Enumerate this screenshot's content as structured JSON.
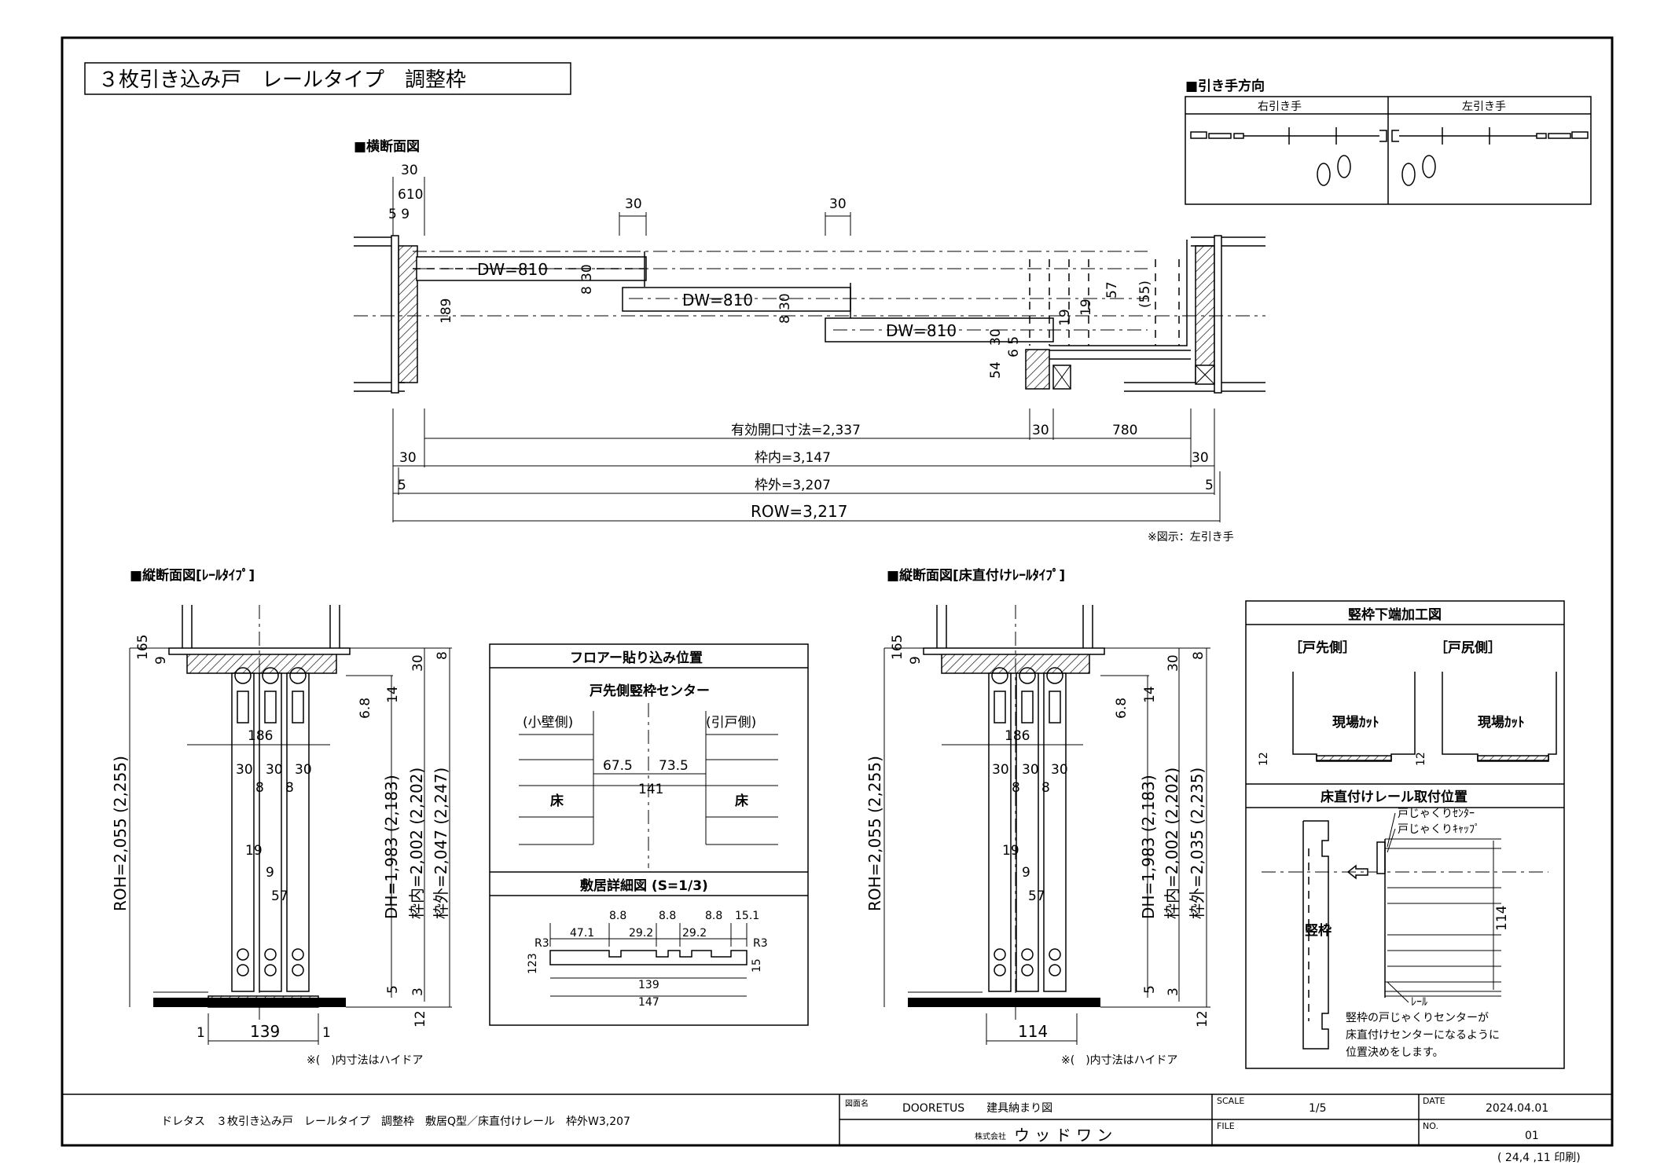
{
  "title": "３枚引き込み戸　レールタイプ　調整枠",
  "pull_direction": {
    "heading": "■引き手方向",
    "right": "右引き手",
    "left": "左引き手"
  },
  "plan": {
    "heading": "■横断面図",
    "dw1": "DW=810",
    "dw2": "DW=810",
    "dw3": "DW=810",
    "dims": {
      "d30a": "30",
      "d610": "610",
      "d59": "5 9",
      "d30b": "30",
      "d30c": "30",
      "d189": "189",
      "d30e": "30",
      "d8a": "8",
      "d30f": "30",
      "d8b": "8",
      "d30g": "30",
      "d54": "54",
      "d65": "6 5",
      "d19a": "19",
      "d19b": "19",
      "d57": "57",
      "d55": "(55)"
    },
    "row1_effective": "有効開口寸法=2,337",
    "row1_30": "30",
    "row1_780": "780",
    "row2_30l": "30",
    "row2_inner": "枠内=3,147",
    "row2_30r": "30",
    "row3_5l": "5",
    "row3_outer": "枠外=3,207",
    "row3_5r": "5",
    "row4_row": "ROW=3,217",
    "note": "※図示：左引き手"
  },
  "section_left": {
    "heading": "■縦断面図[ﾚｰﾙﾀｲﾌﾟ]",
    "d165": "165",
    "d9": "9",
    "d68": "6.8",
    "d186": "186",
    "d30a": "30",
    "d30b": "30",
    "d30c": "30",
    "d8a": "8",
    "d8b": "8",
    "d19": "19",
    "d9b": "9",
    "d57": "57",
    "roh": "ROH=2,055 (2,255)",
    "dh": "DH=1,983 (2,183)",
    "inner": "枠内=2,002 (2,202)",
    "outer": "枠外=2,047 (2,247)",
    "d14": "14",
    "d30r": "30",
    "d8r": "8",
    "d5": "5",
    "d3": "3",
    "d12": "12",
    "d1l": "1",
    "d139": "139",
    "d1r": "1",
    "note": "※(　)内寸法はハイドア"
  },
  "floor_box": {
    "heading": "フロアー貼り込み位置",
    "center": "戸先側竪枠センター",
    "small_wall": "(小壁側)",
    "pull_side": "(引戸側)",
    "d675": "67.5",
    "d735": "73.5",
    "d141": "141",
    "floor_l": "床",
    "floor_r": "床",
    "sill_heading": "敷居詳細図 (S=1/3)",
    "s88a": "8.8",
    "s88b": "8.8",
    "s88c": "8.8",
    "s151": "15.1",
    "s471": "47.1",
    "s292a": "29.2",
    "s292b": "29.2",
    "sR3a": "R3",
    "sR3b": "R3",
    "s123": "123",
    "s15": "15",
    "s139": "139",
    "s147": "147"
  },
  "section_right": {
    "heading": "■縦断面図[床直付けﾚｰﾙﾀｲﾌﾟ]",
    "d165": "165",
    "d9": "9",
    "d68": "6.8",
    "d186": "186",
    "d30a": "30",
    "d30b": "30",
    "d30c": "30",
    "d8a": "8",
    "d8b": "8",
    "d19": "19",
    "d9b": "9",
    "d57": "57",
    "roh": "ROH=2,055 (2,255)",
    "dh": "DH=1,983 (2,183)",
    "inner": "枠内=2,002 (2,202)",
    "outer": "枠外=2,035 (2,235)",
    "d14": "14",
    "d30r": "30",
    "d8r": "8",
    "d5": "5",
    "d3": "3",
    "d12": "12",
    "d114": "114",
    "note": "※(　)内寸法はハイドア"
  },
  "jamb_box": {
    "heading": "竪枠下端加工図",
    "tip_side": "［戸先側］",
    "butt_side": "［戸尻側］",
    "cut1": "現場ｶｯﾄ",
    "cut2": "現場ｶｯﾄ",
    "d12a": "12",
    "d12b": "12",
    "rail_heading": "床直付けレール取付位置",
    "center_label": "戸じゃくりｾﾝﾀｰ",
    "cap_label": "戸じゃくりｷｬｯﾌﾟ",
    "jamb": "竪枠",
    "d114": "114",
    "rail": "ﾚｰﾙ",
    "note1": "竪枠の戸じゃくりセンターが",
    "note2": "床直付けセンターになるように",
    "note3": "位置決めをします。"
  },
  "footer": {
    "description": "ドレタス　３枚引き込み戸　レールタイプ　調整枠　敷居Q型／床直付けレール　枠外W3,207",
    "drawing_label": "図面名",
    "drawing_name": "DOORETUS　　建具納まり図",
    "company_label": "株式会社",
    "company": "ウ ッ ド ワ ン",
    "scale_label": "SCALE",
    "scale": "1/5",
    "file_label": "FILE",
    "date_label": "DATE",
    "date": "2024.04.01",
    "no_label": "NO.",
    "no": "01",
    "printed": "( 24,4 ,11 印刷)"
  }
}
